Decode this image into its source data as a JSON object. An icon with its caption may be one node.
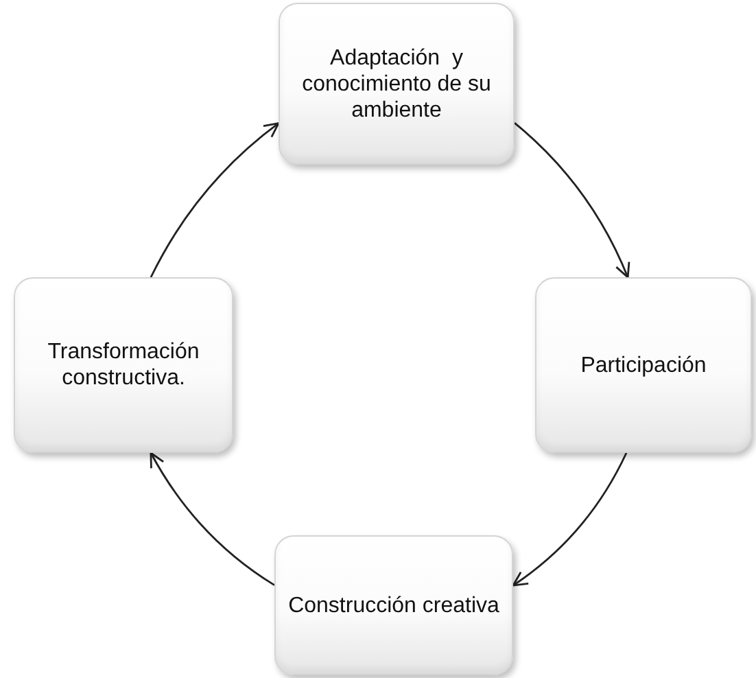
{
  "diagram": {
    "nodes": [
      {
        "text": [
          "Adaptación  y conocimiento de su ambiente"
        ]
      },
      {
        "text": [
          "Participación"
        ]
      },
      {
        "text": [
          "Construcción creativa"
        ]
      },
      {
        "text": [
          "Transformación constructiva."
        ]
      }
    ],
    "edges": [
      {
        "from": 0,
        "to": 1,
        "arrow": "to"
      },
      {
        "from": 1,
        "to": 2,
        "arrow": "to"
      },
      {
        "from": 2,
        "to": 3,
        "arrow": "to"
      },
      {
        "from": 3,
        "to": 0,
        "arrow": "to"
      }
    ]
  }
}
